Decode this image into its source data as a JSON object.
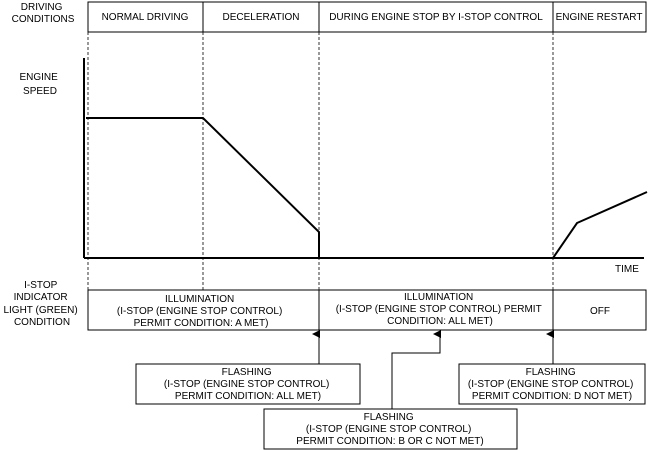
{
  "labels": {
    "driving_conditions": [
      "DRIVING",
      "CONDITIONS"
    ],
    "engine_speed": [
      "ENGINE",
      "SPEED"
    ],
    "time": "TIME",
    "indicator": [
      "I-STOP",
      "INDICATOR",
      "LIGHT (GREEN)",
      "CONDITION"
    ]
  },
  "phases": [
    "NORMAL DRIVING",
    "DECELERATION",
    "DURING ENGINE STOP BY I-STOP CONTROL",
    "ENGINE RESTART"
  ],
  "indicator_states": [
    [
      "ILLUMINATION",
      "(I-STOP (ENGINE STOP CONTROL)",
      "PERMIT CONDITION: A MET)"
    ],
    [
      "ILLUMINATION",
      "(I-STOP (ENGINE STOP CONTROL) PERMIT",
      "CONDITION: ALL MET)"
    ],
    [
      "OFF"
    ]
  ],
  "callouts": {
    "flash_all_met": [
      "FLASHING",
      "(I-STOP (ENGINE STOP CONTROL)",
      "PERMIT CONDITION: ALL MET)"
    ],
    "flash_b_or_c": [
      "FLASHING",
      "(I-STOP (ENGINE STOP CONTROL)",
      "PERMIT CONDITION: B OR C NOT MET)"
    ],
    "flash_d_not_met": [
      "FLASHING",
      "(I-STOP (ENGINE STOP CONTROL)",
      "PERMIT CONDITION: D NOT MET)"
    ]
  },
  "colors": {
    "line": "#000000",
    "background": "#ffffff"
  }
}
